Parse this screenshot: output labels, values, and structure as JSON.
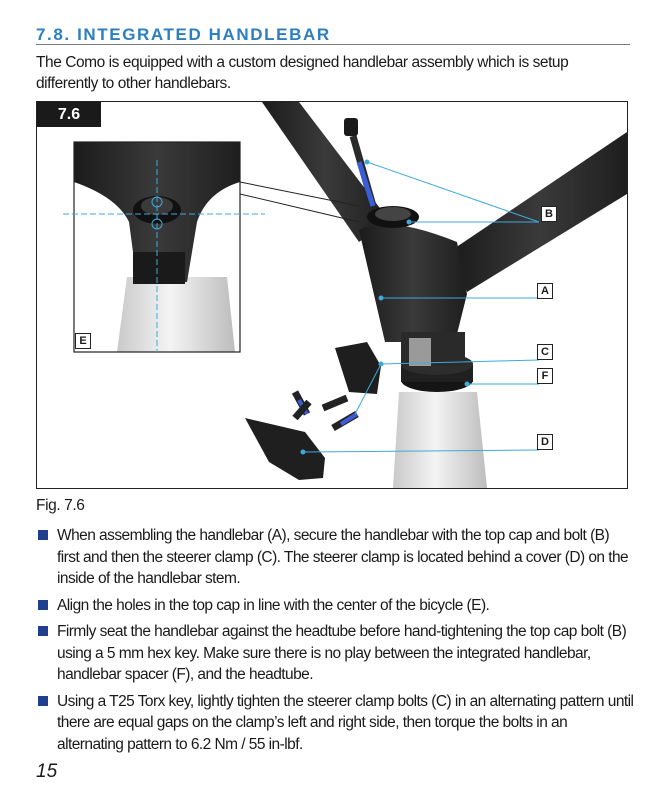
{
  "section": {
    "heading": "7.8. INTEGRATED HANDLEBAR",
    "intro": "The Como is equipped with a custom designed handlebar assembly which is setup differently to other handlebars."
  },
  "figure": {
    "tab_label": "7.6",
    "callouts": {
      "b": "B",
      "a": "A",
      "c": "C",
      "f": "F",
      "d": "D",
      "e": "E"
    },
    "caption": "Fig. 7.6"
  },
  "bullets": [
    "When assembling the handlebar (A), secure the handlebar with the top cap and bolt (B) first and then the steerer clamp (C). The steerer clamp is located behind a cover (D) on the inside of the handlebar stem.",
    "Align the holes in the top cap in line with the center of the bicycle (E).",
    "Firmly seat the handlebar against the headtube before hand-tightening the top cap bolt (B) using a 5 mm hex key. Make sure there is no play between the integrated handlebar, handlebar spacer (F), and the headtube.",
    "Using a T25 Torx key, lightly tighten the steerer clamp bolts (C) in an alternating pattern until there are equal gaps on the clamp’s left and right side, then torque the bolts in an alternating pattern to 6.2 Nm / 55 in-lbf."
  ],
  "page_number": "15",
  "colors": {
    "heading": "#2b7fc1",
    "bullet": "#1f3f8f",
    "leader_line": "#3fa9dc"
  }
}
